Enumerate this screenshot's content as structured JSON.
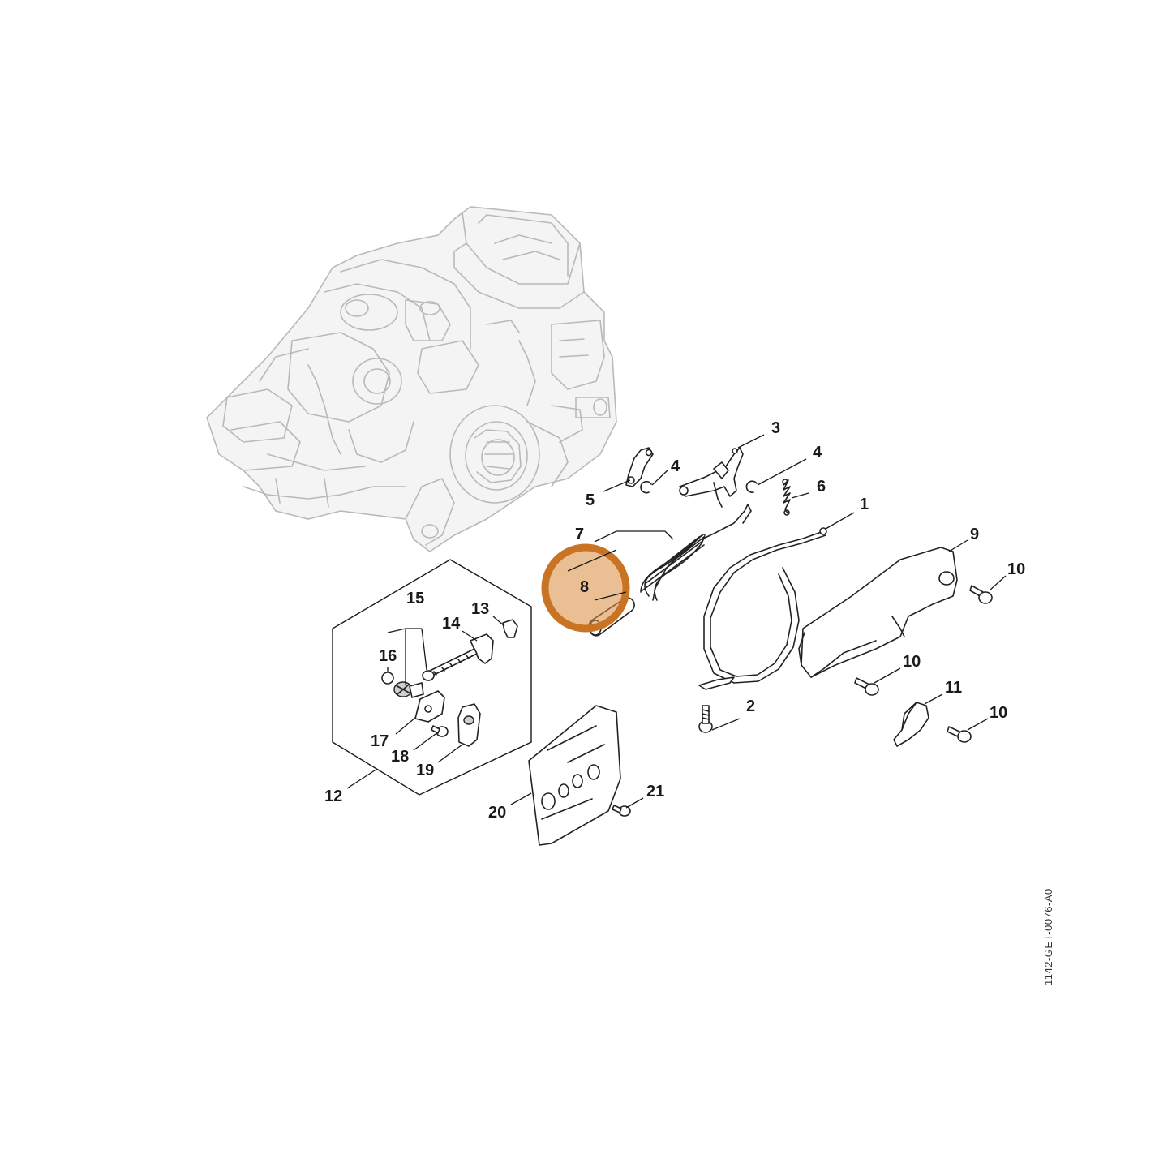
{
  "diagram": {
    "reference_code": "1142-GET-0076-A0",
    "highlighted_part": "8",
    "highlight_color": "#d98a3a",
    "callouts": [
      {
        "id": "c1",
        "label": "1"
      },
      {
        "id": "c2",
        "label": "2"
      },
      {
        "id": "c3",
        "label": "3"
      },
      {
        "id": "c4a",
        "label": "4"
      },
      {
        "id": "c4b",
        "label": "4"
      },
      {
        "id": "c5",
        "label": "5"
      },
      {
        "id": "c6",
        "label": "6"
      },
      {
        "id": "c7",
        "label": "7"
      },
      {
        "id": "c8",
        "label": "8"
      },
      {
        "id": "c9",
        "label": "9"
      },
      {
        "id": "c10a",
        "label": "10"
      },
      {
        "id": "c10b",
        "label": "10"
      },
      {
        "id": "c10c",
        "label": "10"
      },
      {
        "id": "c11",
        "label": "11"
      },
      {
        "id": "c12",
        "label": "12"
      },
      {
        "id": "c13",
        "label": "13"
      },
      {
        "id": "c14",
        "label": "14"
      },
      {
        "id": "c15",
        "label": "15"
      },
      {
        "id": "c16",
        "label": "16"
      },
      {
        "id": "c17",
        "label": "17"
      },
      {
        "id": "c18",
        "label": "18"
      },
      {
        "id": "c19",
        "label": "19"
      },
      {
        "id": "c20",
        "label": "20"
      },
      {
        "id": "c21",
        "label": "21"
      }
    ]
  }
}
